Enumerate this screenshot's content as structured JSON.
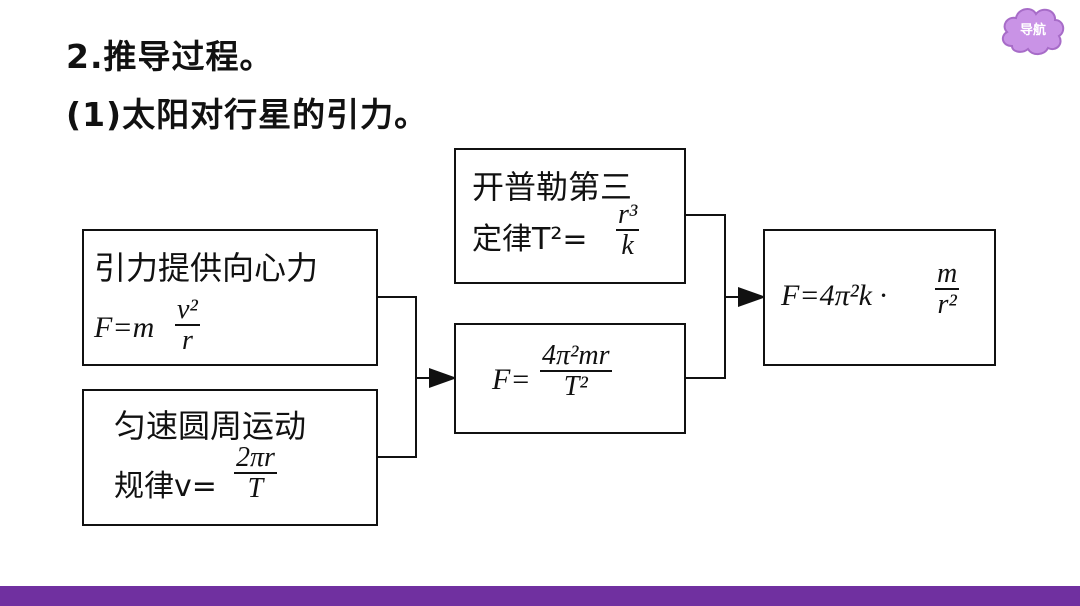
{
  "slide": {
    "heading_1": "2.推导过程。",
    "heading_2": "(1)太阳对行星的引力。"
  },
  "nav": {
    "label": "导航",
    "color": "#c993e6"
  },
  "diagram": {
    "box_centripetal": {
      "line1": "引力提供向心力",
      "eq_lhs": "F=m",
      "num": "v²",
      "den": "r"
    },
    "box_uniform": {
      "line1": "匀速圆周运动",
      "line2": "规律v=",
      "num": "2πr",
      "den": "T"
    },
    "box_kepler": {
      "line1": "开普勒第三",
      "line2": "定律T²=",
      "num": "r³",
      "den": "k"
    },
    "box_middle": {
      "eq_lhs": "F=",
      "num": "4π²mr",
      "den": "T²"
    },
    "box_result": {
      "eq_lhs": "F=4π²k ·",
      "num": "m",
      "den": "r²"
    }
  },
  "colors": {
    "bottom_bar": "#7030a0",
    "text": "#111111"
  }
}
